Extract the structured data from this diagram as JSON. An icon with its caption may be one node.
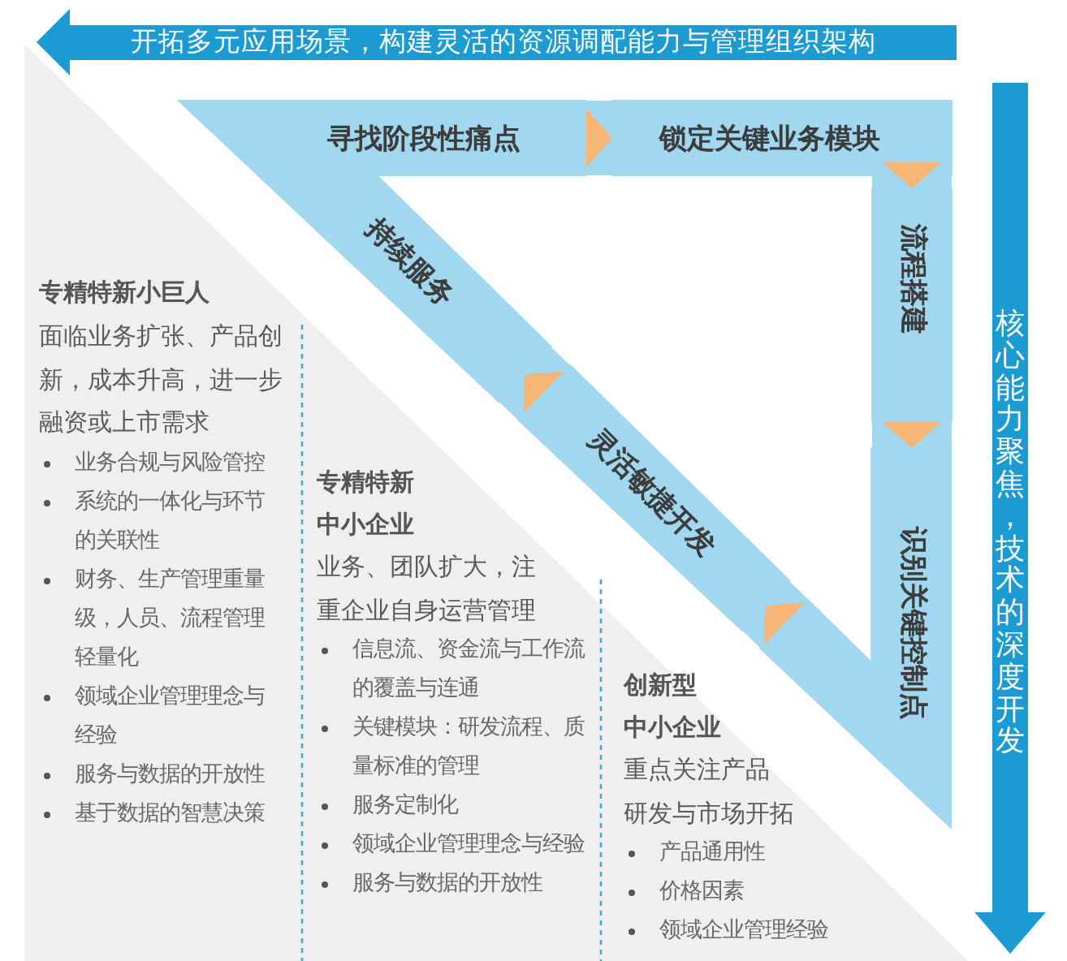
{
  "diagram": {
    "nodes": [
      {
        "text": [
          "开拓多元应用场景，构建灵活的资源调配能力与管理组织架构"
        ]
      },
      {
        "text": [
          "寻找阶段性痛点"
        ]
      },
      {
        "text": [
          "锁定关键业务模块"
        ]
      },
      {
        "text": [
          "流程搭建"
        ]
      },
      {
        "text": [
          "识别关键控制点"
        ]
      },
      {
        "text": [
          "灵活敏捷开发"
        ]
      },
      {
        "text": [
          "持续服务"
        ]
      },
      {
        "text": [],
        "shape": "triangle"
      },
      {
        "text": [
          "专精特新小巨人",
          "面临业务扩张、产品创新，成本升高，进一步融资或上市需求",
          "业务合规与风险管控",
          "系统的一体化与环节的关联性",
          "财务、生产管理重量级，人员、流程管理轻量化",
          "领域企业管理理念与经验",
          "服务与数据的开放性",
          "基于数据的智慧决策"
        ],
        "in": 7
      },
      {
        "text": [
          "专精特新中小企业",
          "业务、团队扩大，注重企业自身运营管理",
          "信息流、资金流与工作流的覆盖与连通",
          "关键模块：研发流程、质量标准的管理",
          "服务定制化",
          "领域企业管理理念与经验",
          "服务与数据的开放性"
        ],
        "in": 7
      },
      {
        "text": [
          "创新型中小企业",
          "重点关注产品研发与市场开拓",
          "产品通用性",
          "价格因素",
          "领域企业管理经验"
        ],
        "in": 7
      },
      {
        "text": [
          "核心能力聚焦，技术的深度开发"
        ]
      }
    ],
    "edges": [
      {
        "from": 1,
        "to": 2,
        "arrow": "to"
      },
      {
        "from": 2,
        "to": 3,
        "arrow": "to"
      },
      {
        "from": 3,
        "to": 4,
        "arrow": "to"
      },
      {
        "from": 4,
        "to": 5,
        "arrow": "to"
      },
      {
        "from": 5,
        "to": 6,
        "arrow": "to"
      }
    ]
  }
}
